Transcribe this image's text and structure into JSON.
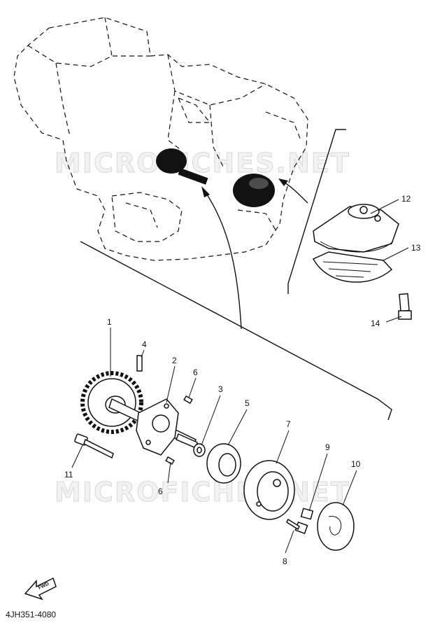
{
  "watermark": "MICROFICHES.NET",
  "figure_code": "4JH351-4080",
  "fwd_label": "FWD",
  "callouts": {
    "n1": "1",
    "n2": "2",
    "n3": "3",
    "n4": "4",
    "n5": "5",
    "n6a": "6",
    "n6b": "6",
    "n7": "7",
    "n8": "8",
    "n9": "9",
    "n10": "10",
    "n11": "11",
    "n12": "12",
    "n13": "13",
    "n14": "14"
  }
}
